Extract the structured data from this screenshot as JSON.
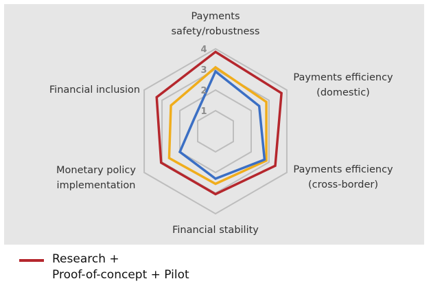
{
  "chart_data": {
    "type": "radar",
    "axes": [
      "Payments safety/robustness",
      "Payments efficiency (domestic)",
      "Payments efficiency (cross-border)",
      "Financial stability",
      "Monetary policy implementation",
      "Financial inclusion"
    ],
    "rlim": [
      0,
      4
    ],
    "ticks": [
      "1",
      "2",
      "3",
      "4"
    ],
    "grid": true,
    "series": [
      {
        "name": "Research + Proof-of-concept + Pilot",
        "color": "#b5272d",
        "values": [
          3.85,
          3.7,
          3.35,
          3.05,
          3.05,
          3.3
        ]
      },
      {
        "color": "#f0ad1c",
        "values": [
          3.1,
          2.85,
          2.85,
          2.55,
          2.6,
          2.5
        ]
      },
      {
        "color": "#3b6fc4",
        "values": [
          2.9,
          2.45,
          2.75,
          2.3,
          2.0,
          1.2
        ]
      }
    ],
    "legend": "bottom-left"
  }
}
